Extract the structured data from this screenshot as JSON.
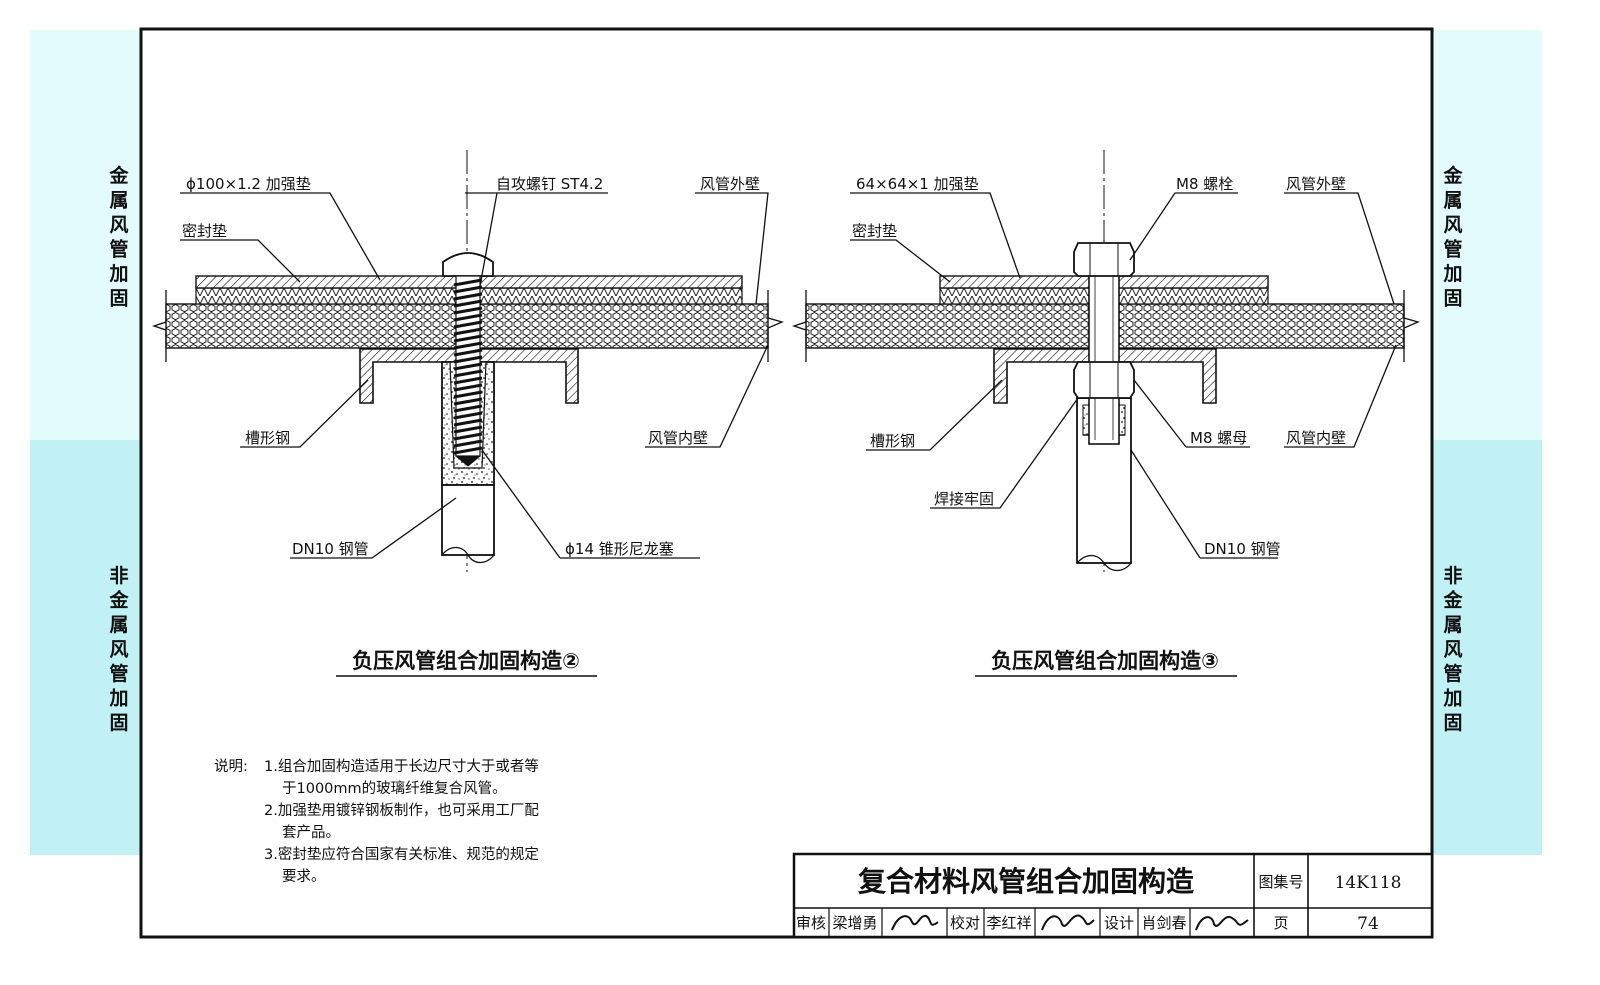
{
  "side_tabs": {
    "metal": [
      "金",
      "属",
      "风",
      "管",
      "加",
      "固"
    ],
    "nonmetal": [
      "非",
      "金",
      "属",
      "风",
      "管",
      "加",
      "固"
    ]
  },
  "detail_left": {
    "title": "负压风管组合加固构造②",
    "labels": {
      "washer": "ϕ100×1.2 加强垫",
      "screw": "自攻螺钉 ST4.2",
      "outer_wall": "风管外壁",
      "seal": "密封垫",
      "channel": "槽形钢",
      "inner_wall": "风管内壁",
      "pipe": "DN10 钢管",
      "plug": "ϕ14 锥形尼龙塞"
    }
  },
  "detail_right": {
    "title": "负压风管组合加固构造③",
    "labels": {
      "washer": "64×64×1 加强垫",
      "bolt": "M8 螺栓",
      "outer_wall": "风管外壁",
      "seal": "密封垫",
      "channel": "槽形钢",
      "nut": "M8 螺母",
      "inner_wall": "风管内壁",
      "weld": "焊接牢固",
      "pipe": "DN10 钢管"
    }
  },
  "notes": {
    "heading": "说明:",
    "lines": [
      "1.组合加固构造适用于长边尺寸大于或者等",
      "于1000mm的玻璃纤维复合风管。",
      "2.加强垫用镀锌钢板制作，也可采用工厂配",
      "套产品。",
      "3.密封垫应符合国家有关标准、规范的规定",
      "要求。"
    ]
  },
  "title_block": {
    "drawing_title": "复合材料风管组合加固构造",
    "atlas_label": "图集号",
    "atlas_no": "14K118",
    "review_label": "审核",
    "reviewer": "梁增勇",
    "check_label": "校对",
    "checker": "李红祥",
    "design_label": "设计",
    "designer": "肖剑春",
    "page_label": "页",
    "page_no": "74"
  },
  "colors": {
    "tab_light": "#e3fbfb",
    "tab_dark": "#c1f1f5",
    "ink": "#111111"
  }
}
